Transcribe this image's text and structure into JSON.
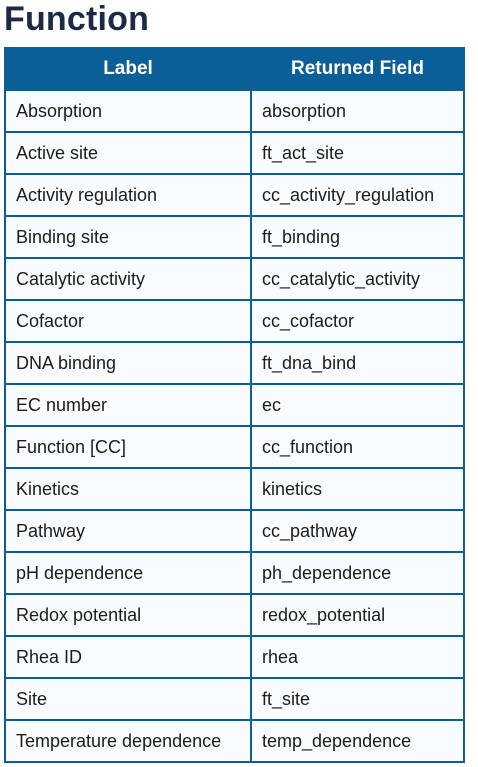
{
  "section": {
    "title": "Function"
  },
  "table": {
    "headers": {
      "label": "Label",
      "returned_field": "Returned Field"
    },
    "rows": [
      {
        "label": "Absorption",
        "field": "absorption"
      },
      {
        "label": "Active site",
        "field": "ft_act_site"
      },
      {
        "label": "Activity regulation",
        "field": "cc_activity_regulation"
      },
      {
        "label": "Binding site",
        "field": "ft_binding"
      },
      {
        "label": "Catalytic activity",
        "field": "cc_catalytic_activity"
      },
      {
        "label": "Cofactor",
        "field": "cc_cofactor"
      },
      {
        "label": "DNA binding",
        "field": "ft_dna_bind"
      },
      {
        "label": "EC number",
        "field": "ec"
      },
      {
        "label": "Function [CC]",
        "field": "cc_function"
      },
      {
        "label": "Kinetics",
        "field": "kinetics"
      },
      {
        "label": "Pathway",
        "field": "cc_pathway"
      },
      {
        "label": "pH dependence",
        "field": "ph_dependence"
      },
      {
        "label": "Redox potential",
        "field": "redox_potential"
      },
      {
        "label": "Rhea ID",
        "field": "rhea"
      },
      {
        "label": "Site",
        "field": "ft_site"
      },
      {
        "label": "Temperature dependence",
        "field": "temp_dependence"
      }
    ]
  },
  "colors": {
    "header_background": "#0b5f98",
    "border": "#0f5e93",
    "title_text": "#1b2a46",
    "cell_background": "#f8fcfe"
  }
}
